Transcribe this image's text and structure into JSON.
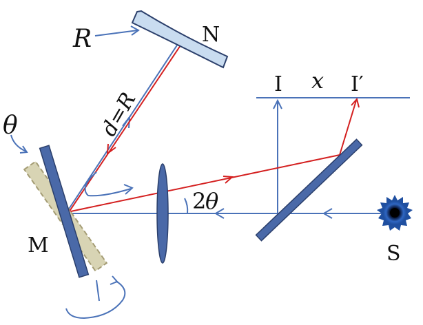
{
  "labels": {
    "R": "R",
    "N": "N",
    "theta": "θ",
    "d_eq": "d=R",
    "I": "I",
    "x": "x",
    "I_prime": "I′",
    "two": "2",
    "theta2": "θ",
    "M": "M",
    "S": "S"
  },
  "colors": {
    "blue_beam": "#4a72b8",
    "red_beam": "#d42020",
    "mirror_fill": "#4a69a8",
    "mirror_stroke": "#2b3f6b",
    "rotated_mirror": "#d8d4b4",
    "concave_mirror": "#c9dcf0",
    "source": "#1f4fa0"
  }
}
